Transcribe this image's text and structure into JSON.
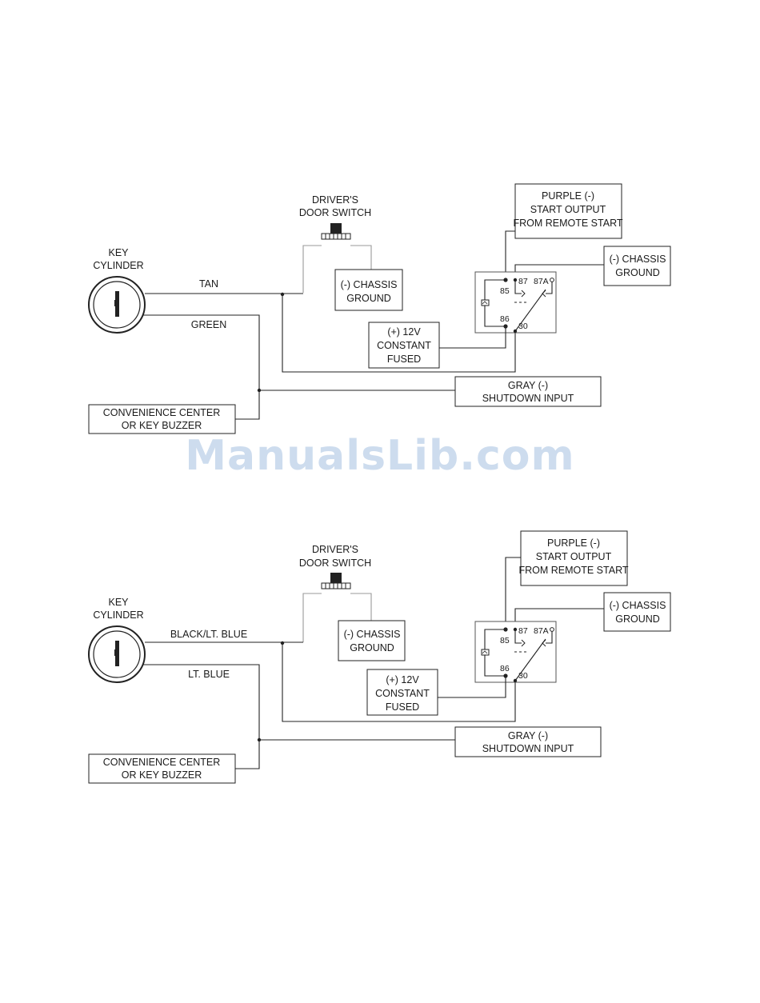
{
  "watermark": "ManualsLib.com",
  "diagrams": [
    {
      "key_label": [
        "KEY",
        "CYLINDER"
      ],
      "door_switch_label": [
        "DRIVER'S",
        "DOOR SWITCH"
      ],
      "wire_top": "TAN",
      "wire_bottom": "GREEN",
      "door_ground": [
        "(-) CHASSIS",
        "GROUND"
      ],
      "purple": [
        "PURPLE (-)",
        "START OUTPUT",
        "FROM REMOTE START"
      ],
      "relay_ground": [
        "(-) CHASSIS",
        "GROUND"
      ],
      "power": [
        "(+) 12V",
        "CONSTANT",
        "FUSED"
      ],
      "gray": [
        "GRAY (-)",
        "SHUTDOWN INPUT"
      ],
      "convenience": [
        "CONVENIENCE CENTER",
        "OR KEY BUZZER"
      ],
      "pins": {
        "p85": "85",
        "p86": "86",
        "p87": "87",
        "p87a": "87A",
        "p30": "30"
      }
    },
    {
      "key_label": [
        "KEY",
        "CYLINDER"
      ],
      "door_switch_label": [
        "DRIVER'S",
        "DOOR SWITCH"
      ],
      "wire_top": "BLACK/LT. BLUE",
      "wire_bottom": "LT. BLUE",
      "door_ground": [
        "(-) CHASSIS",
        "GROUND"
      ],
      "purple": [
        "PURPLE (-)",
        "START OUTPUT",
        "FROM REMOTE START"
      ],
      "relay_ground": [
        "(-) CHASSIS",
        "GROUND"
      ],
      "power": [
        "(+) 12V",
        "CONSTANT",
        "FUSED"
      ],
      "gray": [
        "GRAY (-)",
        "SHUTDOWN INPUT"
      ],
      "convenience": [
        "CONVENIENCE CENTER",
        "OR KEY BUZZER"
      ],
      "pins": {
        "p85": "85",
        "p86": "86",
        "p87": "87",
        "p87a": "87A",
        "p30": "30"
      }
    }
  ]
}
